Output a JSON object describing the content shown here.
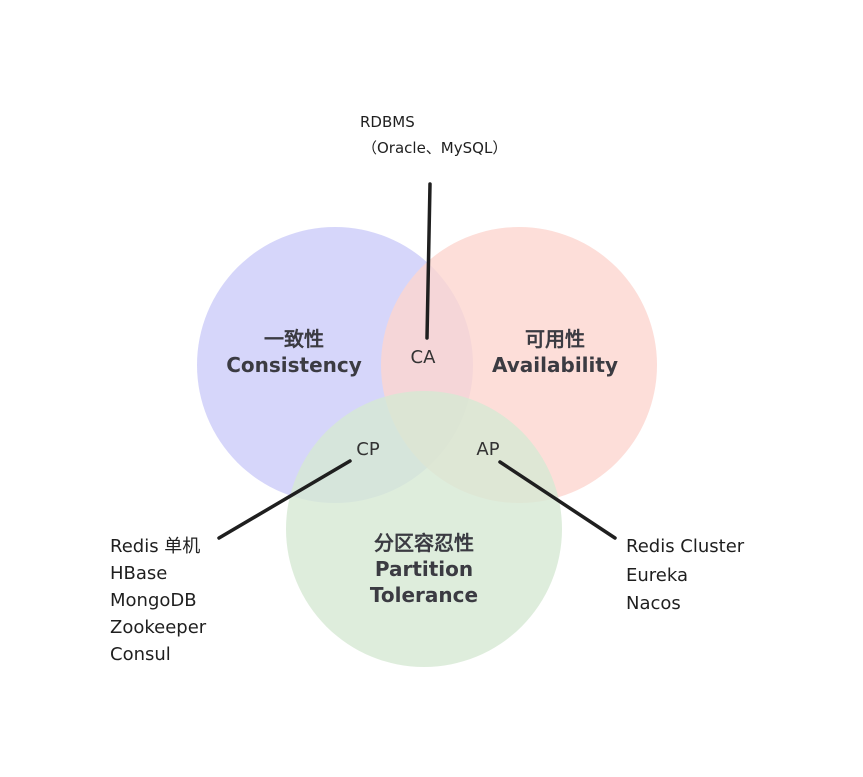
{
  "circles": {
    "consistency": {
      "label_cn": "一致性",
      "label_en": "Consistency",
      "color": "#d4d4fa"
    },
    "availability": {
      "label_cn": "可用性",
      "label_en": "Availability",
      "color": "#fcd6cf"
    },
    "partition": {
      "label_cn": "分区容忍性",
      "label_en_1": "Partition",
      "label_en_2": "Tolerance",
      "color": "#d6e8d3"
    }
  },
  "zones": {
    "ca": "CA",
    "cp": "CP",
    "ap": "AP"
  },
  "annotations": {
    "ca": [
      "RDBMS",
      "（Oracle、MySQL）"
    ],
    "cp": [
      "Redis 单机",
      "HBase",
      "MongoDB",
      "Zookeeper",
      "Consul"
    ],
    "ap": [
      "Redis Cluster",
      "Eureka",
      "Nacos"
    ]
  }
}
